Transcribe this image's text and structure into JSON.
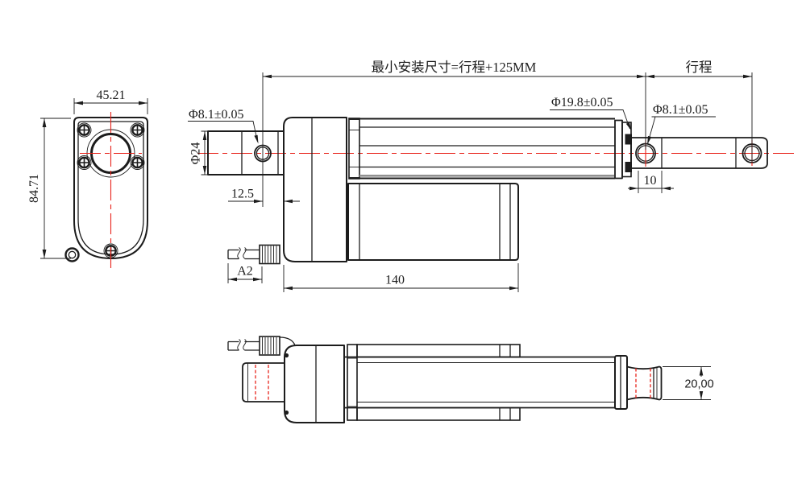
{
  "drawing": {
    "kind": "linear-actuator engineering drawing, three views",
    "colors": {
      "line": "#1c1c1c",
      "centerline": "#e8231a",
      "hidden_line": "#e8231a",
      "shading": "#909090",
      "background": "#ffffff"
    },
    "labels": {
      "end_width": "45.21",
      "end_height": "84.71",
      "min_install": "最小安装尺寸=行程+125MM",
      "stroke": "行程",
      "rear_hole_dia": "Φ8.1±0.05",
      "rear_clevis_dia": "Φ24",
      "rear_hole_to_gearbox": "12.5",
      "tube_dia": "Φ19.8±0.05",
      "front_hole_dia": "Φ8.1±0.05",
      "front_boss_length": "10",
      "cable_length": "A2",
      "body_length": "140",
      "front_boss_dia": "20,00"
    }
  }
}
